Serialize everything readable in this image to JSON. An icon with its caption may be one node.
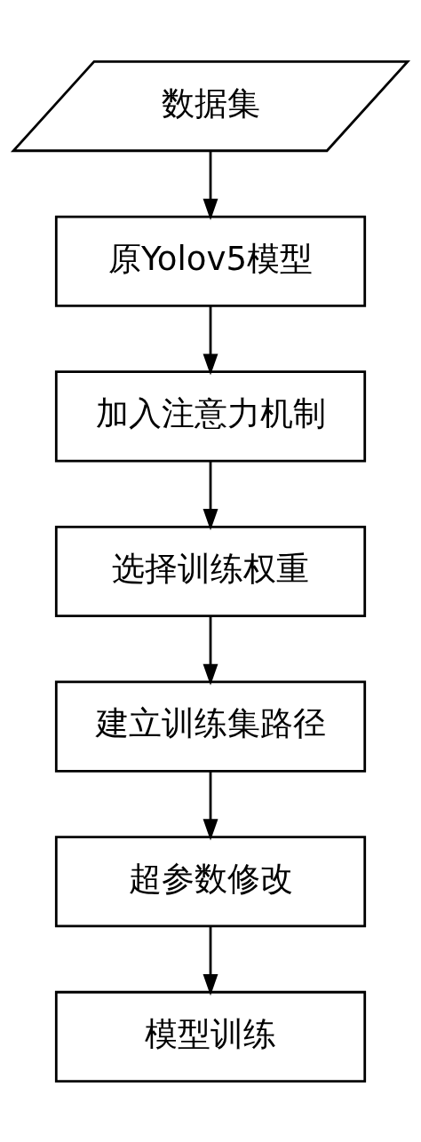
{
  "diagram": {
    "nodes": [
      {
        "text": [
          "数据集"
        ]
      },
      {
        "text": [
          "原Yolov5模型"
        ]
      },
      {
        "text": [
          "加入注意力机制"
        ]
      },
      {
        "text": [
          "选择训练权重"
        ]
      },
      {
        "text": [
          "建立训练集路径"
        ]
      },
      {
        "text": [
          "超参数修改"
        ]
      },
      {
        "text": [
          "模型训练"
        ]
      }
    ],
    "edges": [
      {
        "from": 0,
        "to": 1,
        "arrow": "to"
      },
      {
        "from": 1,
        "to": 2,
        "arrow": "to"
      },
      {
        "from": 2,
        "to": 3,
        "arrow": "to"
      },
      {
        "from": 3,
        "to": 4,
        "arrow": "to"
      },
      {
        "from": 4,
        "to": 5,
        "arrow": "to"
      },
      {
        "from": 5,
        "to": 6,
        "arrow": "to"
      }
    ]
  }
}
